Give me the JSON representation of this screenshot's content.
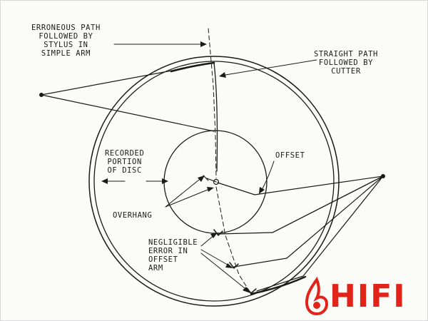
{
  "labels": {
    "erroneous_path": [
      "ERRONEOUS PATH",
      "FOLLOWED BY",
      "STYLUS IN",
      "SIMPLE ARM"
    ],
    "straight_path": [
      "STRAIGHT PATH",
      "FOLLOWED BY",
      "CUTTER"
    ],
    "recorded_portion": [
      "RECORDED",
      "PORTION",
      "OF DISC"
    ],
    "offset": [
      "OFFSET"
    ],
    "overhang": [
      "OVERHANG"
    ],
    "negligible_error": [
      "NEGLIGIBLE",
      "ERROR IN",
      "OFFSET",
      "ARM"
    ]
  },
  "watermark": {
    "text": "HIFI",
    "color": "#e2231a"
  },
  "colors": {
    "ink": "#1a1a1a",
    "paper": "#fbfbf8"
  }
}
